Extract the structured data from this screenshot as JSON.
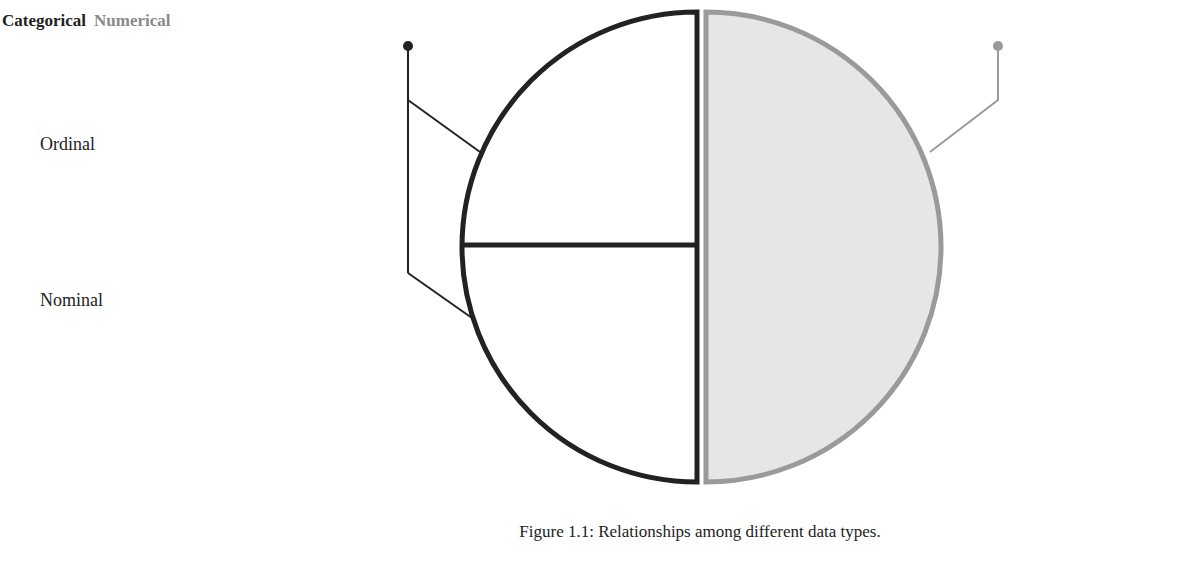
{
  "diagram": {
    "caption": "Figure 1.1: Relationships among different data types.",
    "labels": [
      "Categorical",
      "Numerical",
      "Ordinal",
      "Nominal"
    ]
  }
}
